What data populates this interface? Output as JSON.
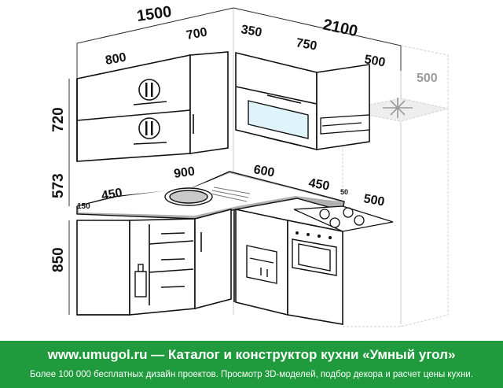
{
  "dimensions": {
    "total_left": "1500",
    "total_right": "2100",
    "upper_left_a": "800",
    "upper_left_b": "700",
    "upper_right_a": "350",
    "upper_right_b": "750",
    "upper_right_c": "500",
    "fridge_top": "500",
    "upper_height": "720",
    "gap_height": "573",
    "base_height": "850",
    "counter_end": "150",
    "counter_a": "450",
    "counter_b": "900",
    "counter_c": "600",
    "counter_d": "450",
    "counter_e": "50",
    "fridge_depth": "500"
  },
  "banner": {
    "title": "www.umugol.ru — Каталог и конструктор кухни «Умный угол»",
    "subtitle": "Более 100 000 бесплатных дизайн проектов. Просмотр 3D-моделей, подбор декора и расчет цены кухни."
  },
  "colors": {
    "banner_bg": "#1f9a3c",
    "countertop": "#b0b0b0",
    "glass": "#dff3fb",
    "line": "#111111"
  }
}
